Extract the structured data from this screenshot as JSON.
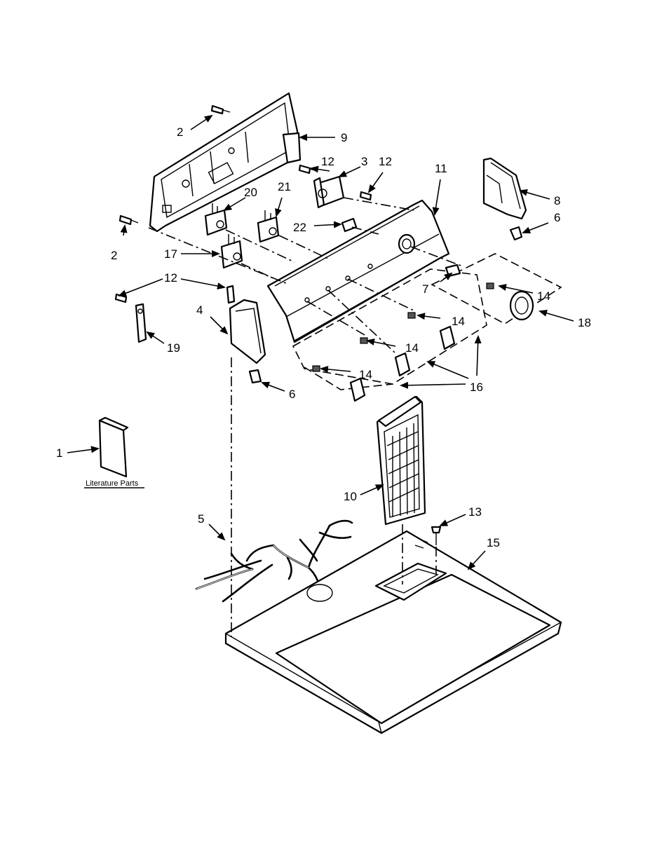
{
  "callouts": [
    {
      "id": "c2a",
      "text": "2"
    },
    {
      "id": "c9",
      "text": "9"
    },
    {
      "id": "c12a",
      "text": "12"
    },
    {
      "id": "c3",
      "text": "3"
    },
    {
      "id": "c12b",
      "text": "12"
    },
    {
      "id": "c11",
      "text": "11"
    },
    {
      "id": "c8",
      "text": "8"
    },
    {
      "id": "c6a",
      "text": "6"
    },
    {
      "id": "c20",
      "text": "20"
    },
    {
      "id": "c21",
      "text": "21"
    },
    {
      "id": "c22",
      "text": "22"
    },
    {
      "id": "c2b",
      "text": "2"
    },
    {
      "id": "c17",
      "text": "17"
    },
    {
      "id": "c12c",
      "text": "12"
    },
    {
      "id": "c7",
      "text": "7"
    },
    {
      "id": "c14a",
      "text": "14"
    },
    {
      "id": "c18",
      "text": "18"
    },
    {
      "id": "c4",
      "text": "4"
    },
    {
      "id": "c19",
      "text": "19"
    },
    {
      "id": "c14b",
      "text": "14"
    },
    {
      "id": "c14c",
      "text": "14"
    },
    {
      "id": "c14d",
      "text": "14"
    },
    {
      "id": "c16",
      "text": "16"
    },
    {
      "id": "c6b",
      "text": "6"
    },
    {
      "id": "c1",
      "text": "1"
    },
    {
      "id": "c10",
      "text": "10"
    },
    {
      "id": "c13",
      "text": "13"
    },
    {
      "id": "c5",
      "text": "5"
    },
    {
      "id": "c15",
      "text": "15"
    }
  ],
  "literature_label": "Literature Parts"
}
